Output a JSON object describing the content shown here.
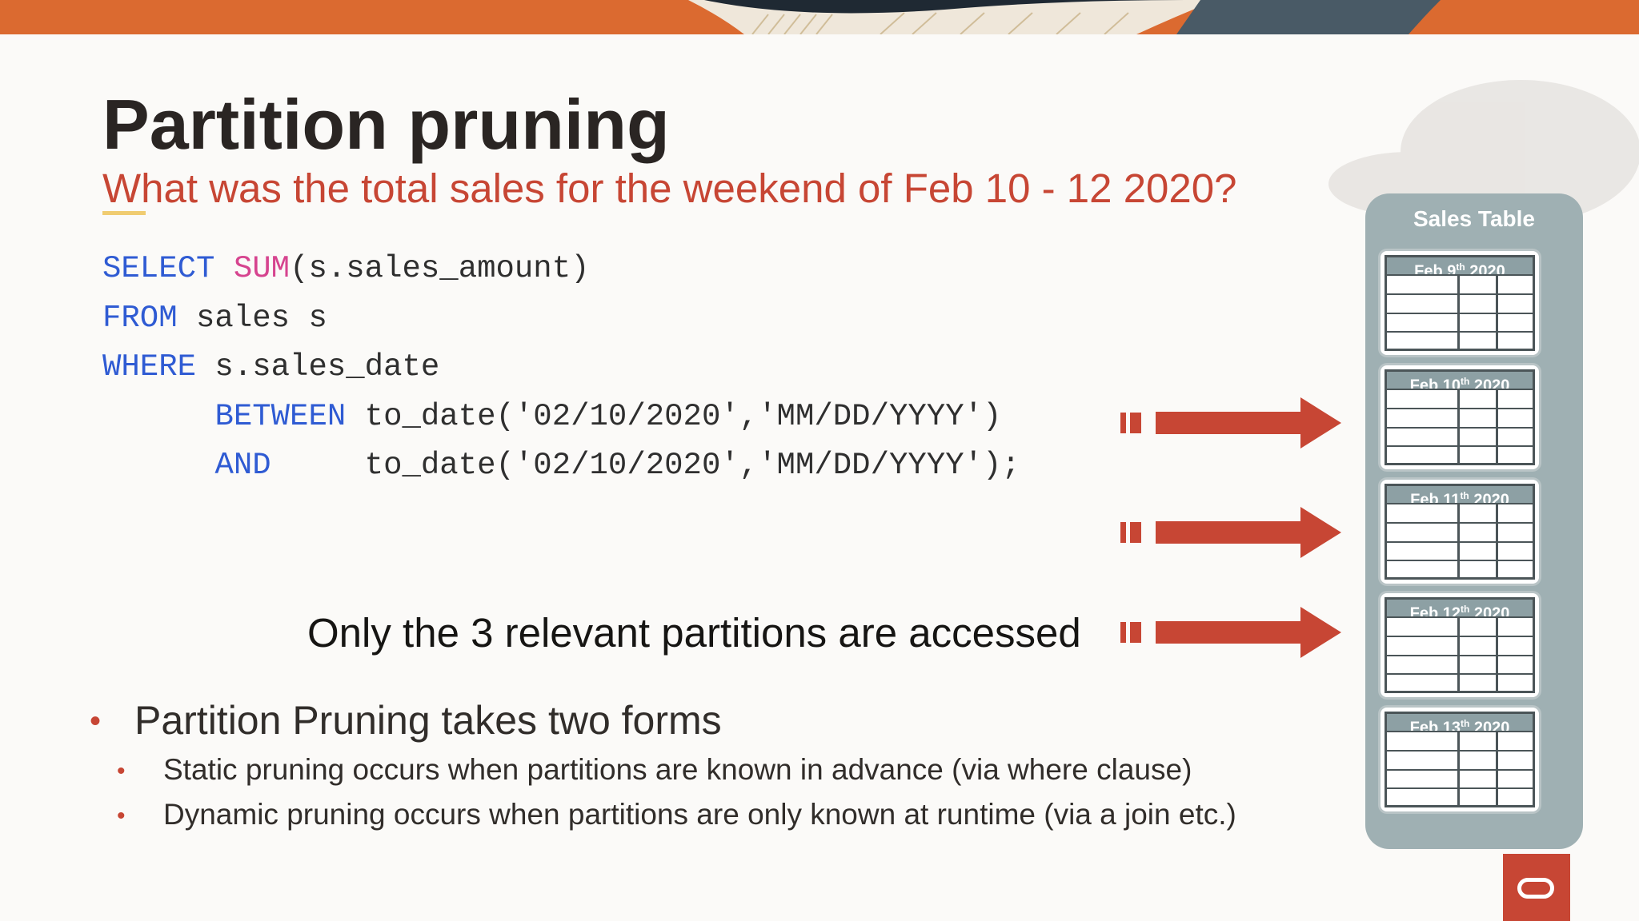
{
  "slide": {
    "title": "Partition pruning",
    "subtitle": "What was the total sales for the weekend of Feb 10 - 12 2020?",
    "code": {
      "line1": {
        "kw": "SELECT",
        "fn": "SUM",
        "rest": "(s.sales_amount)"
      },
      "line2": {
        "kw": "FROM",
        "rest": " sales s"
      },
      "line3": {
        "kw": "WHERE",
        "rest": " s.sales_date"
      },
      "line4": {
        "indent": "      ",
        "kw": "BETWEEN",
        "rest": " to_date('02/10/2020','MM/DD/YYYY')"
      },
      "line5": {
        "indent": "      ",
        "kw": "AND",
        "rest": "     to_date('02/10/2020','MM/DD/YYYY');"
      }
    },
    "callout": "Only the 3 relevant partitions are accessed",
    "bullets": {
      "main": "Partition Pruning takes two forms",
      "sub": [
        "Static pruning occurs when partitions are known in advance (via where clause)",
        "Dynamic pruning occurs when partitions are only known at runtime (via a join etc.)"
      ]
    },
    "bullet_glyph": "•"
  },
  "sales_table": {
    "title": "Sales Table",
    "partitions": [
      {
        "pre": "Feb  9",
        "sup": "th",
        "post": " 2020"
      },
      {
        "pre": "Feb 10",
        "sup": "th",
        "post": " 2020"
      },
      {
        "pre": "Feb 11",
        "sup": "th",
        "post": " 2020"
      },
      {
        "pre": "Feb 12",
        "sup": "th",
        "post": " 2020"
      },
      {
        "pre": "Feb 13",
        "sup": "th",
        "post": " 2020"
      }
    ]
  },
  "colors": {
    "accent": "#c74634",
    "sql_keyword": "#2f5bd3",
    "sql_function": "#d6448f",
    "panel": "#9fb0b3"
  },
  "icons": [
    "arrow-right-icon",
    "oracle-logo-icon"
  ]
}
